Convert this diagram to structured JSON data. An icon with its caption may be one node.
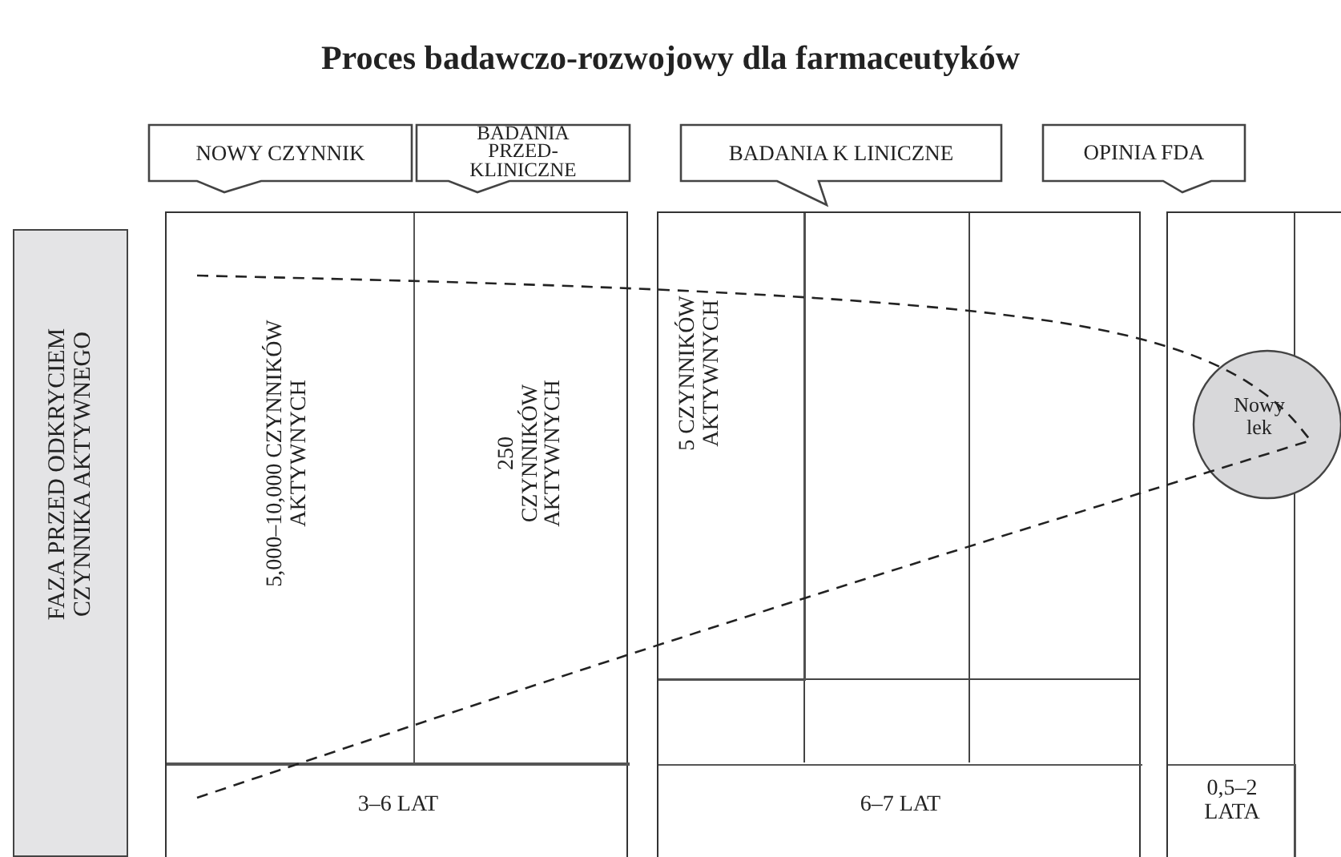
{
  "diagram": {
    "title": "Proces badawczo-rozwojowy dla farmaceutyków",
    "nodes": [
      {
        "text": [
          "NOWY CZYNNIK"
        ]
      },
      {
        "text": [
          "BADANIA PRZED-KLINICZNE"
        ]
      },
      {
        "text": [
          "BADANIA K LINICZNE"
        ]
      },
      {
        "text": [
          "OPINIA FDA"
        ]
      },
      {
        "text": [
          "FAZA PRZED ODKRYCIEM CZYNNIKA AKTYWNEGO"
        ]
      },
      {
        "text": [],
        "shape": "box"
      },
      {
        "text": [
          "5,000–10,000 CZYNNIKÓW AKTYWNYCH"
        ],
        "in": 5
      },
      {
        "text": [
          "250 CZYNNIKÓW AKTYWNYCH"
        ],
        "in": 5
      },
      {
        "text": [
          "3–6 LAT"
        ],
        "in": 5
      },
      {
        "text": [],
        "shape": "box"
      },
      {
        "text": [
          "5 CZYNNIKÓW AKTYWNYCH"
        ],
        "in": 9
      },
      {
        "text": [
          "6–7 LAT"
        ],
        "in": 9
      },
      {
        "text": [],
        "shape": "box"
      },
      {
        "text": [
          "0,5–2 LATA"
        ],
        "in": 12
      },
      {
        "text": [
          "Nowy lek"
        ],
        "in": 12
      }
    ],
    "edges": []
  }
}
